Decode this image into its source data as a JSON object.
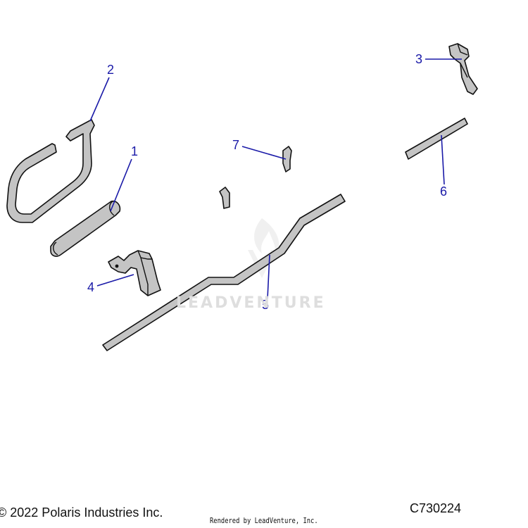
{
  "diagram": {
    "callouts": [
      {
        "id": "callout-1",
        "label": "1"
      },
      {
        "id": "callout-2",
        "label": "2"
      },
      {
        "id": "callout-3",
        "label": "3"
      },
      {
        "id": "callout-4",
        "label": "4"
      },
      {
        "id": "callout-5",
        "label": "5"
      },
      {
        "id": "callout-6",
        "label": "6"
      },
      {
        "id": "callout-7",
        "label": "7"
      }
    ],
    "diagram_id": "C730224"
  },
  "footer": {
    "copyright": "© 2022 Polaris Industries Inc.",
    "rendered_by": "Rendered by LeadVenture, Inc."
  },
  "watermark": {
    "text": "LEADVENTURE"
  },
  "colors": {
    "callout": "#1a1aa8",
    "part_fill": "#c4c4c4",
    "outline": "#111111"
  }
}
